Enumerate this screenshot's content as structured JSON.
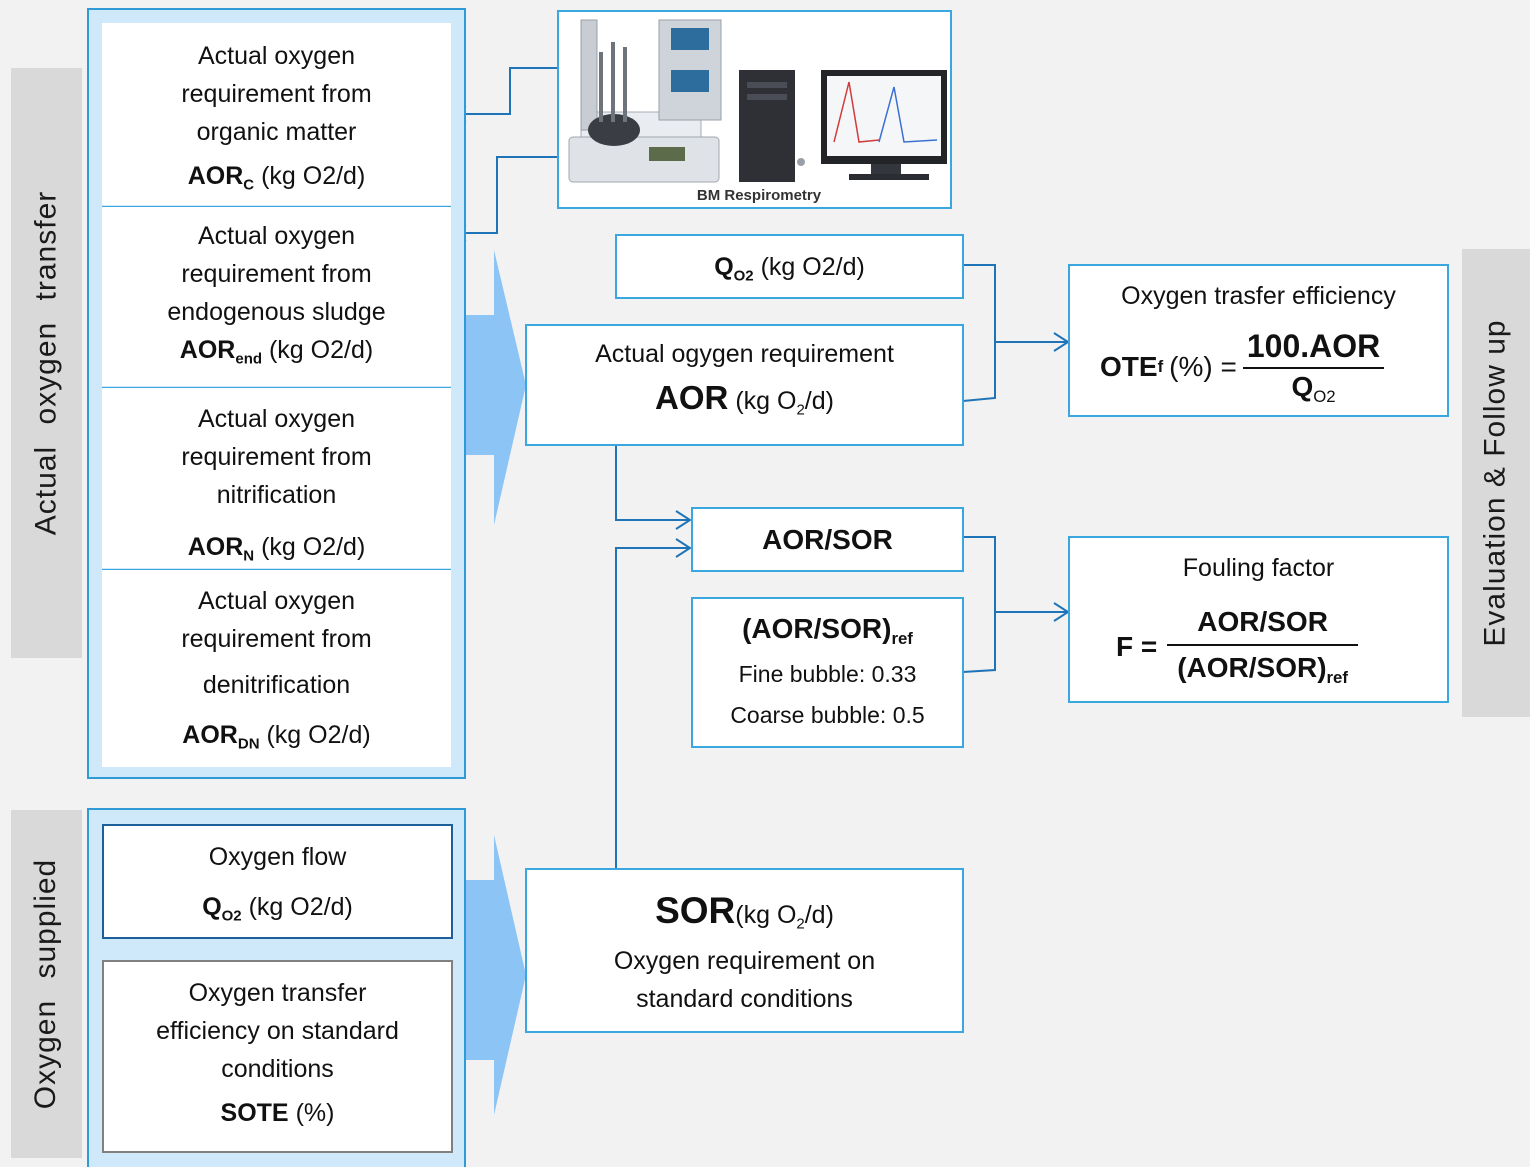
{
  "side_labels": {
    "actual_transfer": "Actual  oxygen  transfer",
    "supplied": "Oxygen  supplied",
    "evaluation": "Evaluation & Follow up"
  },
  "aor_panel": {
    "c": {
      "lines": [
        "Actual oxygen",
        "requirement from",
        "organic matter"
      ],
      "symbol": "AOR",
      "sub": "C",
      "unit": "(kg O2/d)"
    },
    "end": {
      "lines": [
        "Actual oxygen",
        "requirement from",
        "endogenous sludge"
      ],
      "symbol": "AOR",
      "sub": "end",
      "unit": "(kg O2/d)"
    },
    "n": {
      "lines": [
        "Actual oxygen",
        "requirement from",
        "nitrification"
      ],
      "symbol": "AOR",
      "sub": "N",
      "unit": "(kg O2/d)"
    },
    "dn": {
      "lines": [
        "Actual oxygen",
        "requirement from",
        "denitrification"
      ],
      "symbol": "AOR",
      "sub": "DN",
      "unit": "(kg O2/d)"
    }
  },
  "respirometry": {
    "caption": "BM Respirometry"
  },
  "qo2_box": {
    "symbol": "Q",
    "sub": "O2",
    "unit": "(kg O2/d)"
  },
  "aor_box": {
    "title": "Actual ogygen requirement",
    "symbol": "AOR",
    "unit_pre": "(kg O",
    "unit_sub": "2",
    "unit_post": "/d)"
  },
  "ote": {
    "title": "Oxygen trasfer efficiency",
    "lhs": "OTE",
    "lhs_sub": "f",
    "pct": "(%) =",
    "num": "100.AOR",
    "den": "Q",
    "den_sub": "O2"
  },
  "ratio_box": {
    "label": "AOR/SOR"
  },
  "ref_box": {
    "label": "(AOR/SOR)",
    "sub": "ref",
    "fine": "Fine bubble: 0.33",
    "coarse": "Coarse bubble: 0.5"
  },
  "fouling": {
    "title": "Fouling factor",
    "lhs": "F =",
    "num": "AOR/SOR",
    "den": "(AOR/SOR)",
    "den_sub": "ref"
  },
  "supplied_panel": {
    "flow": {
      "title": "Oxygen flow",
      "symbol": "Q",
      "sub": "O2",
      "unit": "(kg O2/d)"
    },
    "sote": {
      "lines": [
        "Oxygen transfer",
        "efficiency on  standard",
        "conditions"
      ],
      "symbol": "SOTE",
      "unit": "(%)"
    }
  },
  "sor_box": {
    "symbol": "SOR",
    "unit_pre": "(kg O",
    "unit_sub": "2",
    "unit_post": "/d)",
    "lines": [
      "Oxygen requirement on",
      "standard conditions"
    ]
  },
  "colors": {
    "accent": "#3aa7e0",
    "panel": "#cfe9fb",
    "arrow_fill": "#8cc4f5",
    "side": "#d9d9d9",
    "connector": "#1f74b8"
  }
}
